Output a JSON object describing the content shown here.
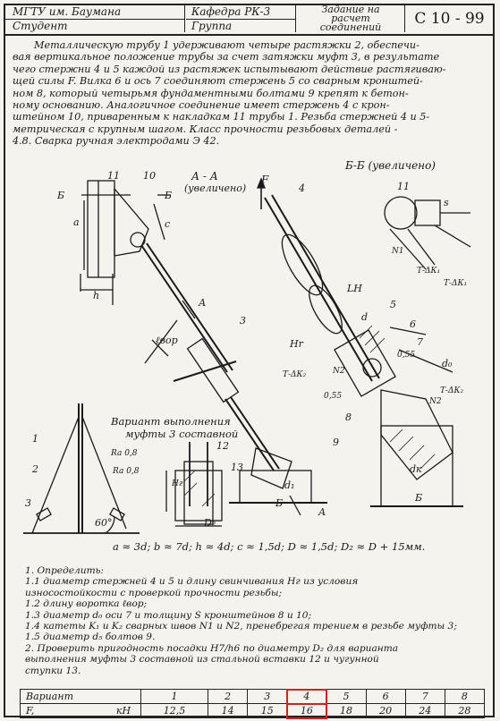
{
  "header": {
    "university": "МГТУ им. Баумана",
    "department": "Кафедра РК-3",
    "task_title_1": "Задание на",
    "task_title_2": "расчет",
    "task_title_3": "соединений",
    "code": "С 10 - 99",
    "student_label": "Студент",
    "group_label": "Группа"
  },
  "intro_lines": [
    "Металлическую трубу 1 удерживают четыре растяжки 2, обеспечи-",
    "вая вертикальное положение трубы за счет затяжки муфт 3, в результате",
    "чего стержни 4 и 5 каждой из растяжек испытывают действие растягиваю-",
    "щей силы F. Вилка 6 и ось 7 соединяют стержень 5 со сварным кронштей-",
    "ном 8, который четырьмя фундаментными болтами 9 крепят к бетон-",
    "ному основанию. Аналогичное соединение имеет стержень 4 с крон-",
    "штейном 10, приваренным к накладкам 11 трубы 1. Резьба стержней 4 и 5-",
    "метрическая с крупным шагом. Класс прочности резьбовых деталей -",
    "4.8. Сварка ручная электродами Э 42."
  ],
  "figure": {
    "section_aa": "А - А",
    "section_aa_note": "(увеличено)",
    "section_bb": "Б-Б (увеличено)",
    "label_b": "Б",
    "label_a": "А",
    "label_f": "F",
    "label_lh": "LH",
    "label_d": "d",
    "label_do": "d₀",
    "label_lvor": "ℓвор",
    "label_hr": "Hr",
    "label_h": "h",
    "label_c": "c",
    "label_a_small": "a",
    "label_s": "s",
    "label_tk1": "Т-ΔК₁",
    "label_tk2": "Т-ΔК₂",
    "label_n1": "N1",
    "label_n2": "N2",
    "label_d1": "d₁",
    "label_d2": "D₂",
    "label_dk": "dк",
    "label_055a": "0,55",
    "label_055b": "0,55",
    "label_angle": "60°",
    "label_ra08a": "Ra 0,8",
    "label_ra08b": "Ra 0,8",
    "label_hg": "Hг",
    "variant_note_1": "Вариант выполнения",
    "variant_note_2": "муфты 3 составной",
    "part_numbers": [
      "1",
      "2",
      "3",
      "4",
      "5",
      "6",
      "7",
      "8",
      "9",
      "10",
      "11",
      "12",
      "13"
    ]
  },
  "dimensions_line": "a ≈ 3d;  b ≈ 7d;  h ≈ 4d;  c ≈ 1,5d;  D ≈ 1,5d;  D₂ ≈ D + 15мм.",
  "tasks": [
    "1. Определить:",
    "1.1 диаметр стержней 4 и 5 и длину свинчивания Hг из условия",
    "     износостойкости с проверкой прочности резьбы;",
    "1.2 длину воротка ℓвор;",
    "1.3 диаметр d₀ оси 7 и толщину S кронштейнов 8 и 10;",
    "1.4 катеты K₁ и K₂ сварных швов N1 и N2, пренебрегая трением в резьбе муфты 3;",
    "1.5 диаметр d₅ болтов 9.",
    "2. Проверить пригодность посадки Н7/h6 по диаметру D₂ для варианта",
    "выполнения муфты 3 составной из стальной вставки 12 и чугунной",
    "ступки 13."
  ],
  "variants": {
    "label": "Вариант",
    "force_label": "F,",
    "unit": "кН",
    "numbers": [
      "1",
      "2",
      "3",
      "4",
      "5",
      "6",
      "7",
      "8"
    ],
    "forces": [
      "12,5",
      "14",
      "15",
      "16",
      "18",
      "20",
      "24",
      "28"
    ],
    "highlighted_index": 3
  }
}
